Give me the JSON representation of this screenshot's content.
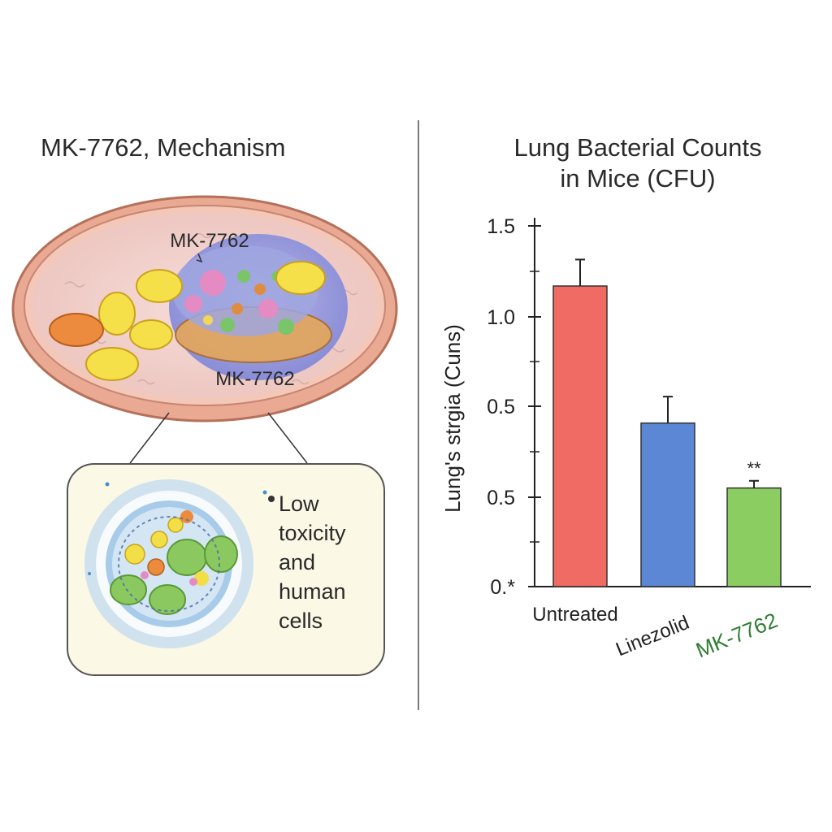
{
  "left_panel": {
    "title": "MK-7762, Mechanism",
    "cell_label_top": "MK-7762",
    "cell_label_bottom": "MK-7762",
    "callout_lines": [
      "Low",
      "toxicity",
      "and",
      "human",
      "cells"
    ]
  },
  "colors": {
    "untreated": "#ef6b63",
    "linezolid": "#5b87d4",
    "mk7762": "#8ccd62",
    "mk7762_label": "#2e7d32",
    "cell_membrane": "#e8a58a",
    "cell_interior": "#f2d3cf"
  },
  "chart_data": {
    "type": "bar",
    "title": "Lung Bacterial Counts in Mice (CFU)",
    "title_lines": [
      "Lung Bacterial Counts",
      "in Mice (CFU)"
    ],
    "ylabel": "Lung's strgia (Cuns)",
    "xlabel": "",
    "categories": [
      "Untreated",
      "Linezolid",
      "MK-7762"
    ],
    "values": [
      1.25,
      0.68,
      0.41
    ],
    "error_bars": [
      0.11,
      0.11,
      0.03
    ],
    "annotations": [
      {
        "category": "MK-7762",
        "text": "**"
      }
    ],
    "ylim": [
      0.0,
      1.5
    ],
    "ytick_labels": [
      "0.*",
      "0.5",
      "0.5",
      "1.0",
      "1.5"
    ],
    "ytick_values": [
      0.0,
      0.25,
      0.5,
      1.0,
      1.5
    ],
    "grid": false
  }
}
